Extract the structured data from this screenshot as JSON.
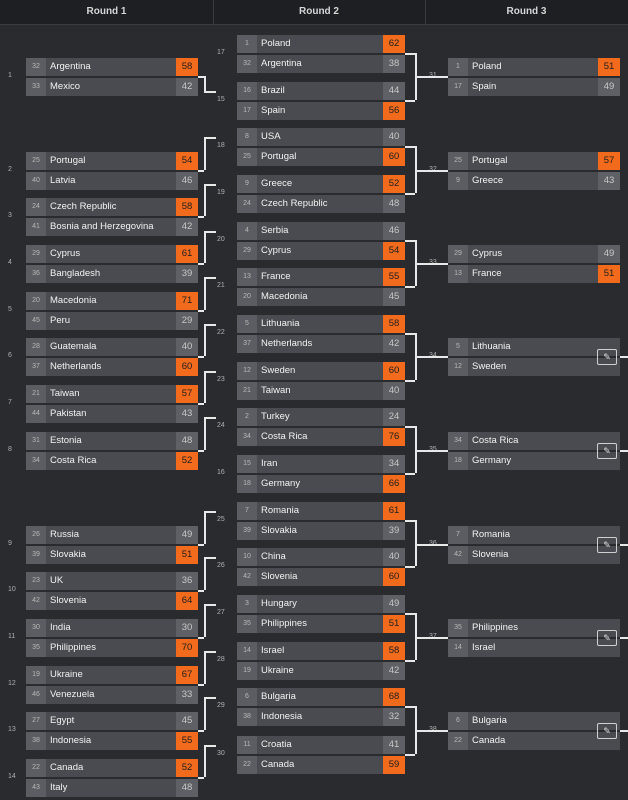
{
  "rounds": [
    "Round 1",
    "Round 2",
    "Round 3"
  ],
  "round1": [
    {
      "num": "1",
      "a": {
        "seed": "32",
        "name": "Argentina",
        "score": "58",
        "win": true
      },
      "b": {
        "seed": "33",
        "name": "Mexico",
        "score": "42",
        "win": false
      }
    },
    {
      "num": "2",
      "a": {
        "seed": "25",
        "name": "Portugal",
        "score": "54",
        "win": true
      },
      "b": {
        "seed": "40",
        "name": "Latvia",
        "score": "46",
        "win": false
      }
    },
    {
      "num": "3",
      "a": {
        "seed": "24",
        "name": "Czech Republic",
        "score": "58",
        "win": true
      },
      "b": {
        "seed": "41",
        "name": "Bosnia and Herzegovina",
        "score": "42",
        "win": false
      }
    },
    {
      "num": "4",
      "a": {
        "seed": "29",
        "name": "Cyprus",
        "score": "61",
        "win": true
      },
      "b": {
        "seed": "36",
        "name": "Bangladesh",
        "score": "39",
        "win": false
      }
    },
    {
      "num": "5",
      "a": {
        "seed": "20",
        "name": "Macedonia",
        "score": "71",
        "win": true
      },
      "b": {
        "seed": "45",
        "name": "Peru",
        "score": "29",
        "win": false
      }
    },
    {
      "num": "6",
      "a": {
        "seed": "28",
        "name": "Guatemala",
        "score": "40",
        "win": false
      },
      "b": {
        "seed": "37",
        "name": "Netherlands",
        "score": "60",
        "win": true
      }
    },
    {
      "num": "7",
      "a": {
        "seed": "21",
        "name": "Taiwan",
        "score": "57",
        "win": true
      },
      "b": {
        "seed": "44",
        "name": "Pakistan",
        "score": "43",
        "win": false
      }
    },
    {
      "num": "8",
      "a": {
        "seed": "31",
        "name": "Estonia",
        "score": "48",
        "win": false
      },
      "b": {
        "seed": "34",
        "name": "Costa Rica",
        "score": "52",
        "win": true
      }
    },
    {
      "num": "9",
      "a": {
        "seed": "26",
        "name": "Russia",
        "score": "49",
        "win": false
      },
      "b": {
        "seed": "39",
        "name": "Slovakia",
        "score": "51",
        "win": true
      }
    },
    {
      "num": "10",
      "a": {
        "seed": "23",
        "name": "UK",
        "score": "36",
        "win": false
      },
      "b": {
        "seed": "42",
        "name": "Slovenia",
        "score": "64",
        "win": true
      }
    },
    {
      "num": "11",
      "a": {
        "seed": "30",
        "name": "India",
        "score": "30",
        "win": false
      },
      "b": {
        "seed": "35",
        "name": "Philippines",
        "score": "70",
        "win": true
      }
    },
    {
      "num": "12",
      "a": {
        "seed": "19",
        "name": "Ukraine",
        "score": "67",
        "win": true
      },
      "b": {
        "seed": "46",
        "name": "Venezuela",
        "score": "33",
        "win": false
      }
    },
    {
      "num": "13",
      "a": {
        "seed": "27",
        "name": "Egypt",
        "score": "45",
        "win": false
      },
      "b": {
        "seed": "38",
        "name": "Indonesia",
        "score": "55",
        "win": true
      }
    },
    {
      "num": "14",
      "a": {
        "seed": "22",
        "name": "Canada",
        "score": "52",
        "win": true
      },
      "b": {
        "seed": "43",
        "name": "Italy",
        "score": "48",
        "win": false
      }
    }
  ],
  "round2": [
    {
      "num": "17",
      "a": {
        "seed": "1",
        "name": "Poland",
        "score": "62",
        "win": true
      },
      "b": {
        "seed": "32",
        "name": "Argentina",
        "score": "38",
        "win": false
      }
    },
    {
      "num": "15",
      "a": {
        "seed": "16",
        "name": "Brazil",
        "score": "44",
        "win": false
      },
      "b": {
        "seed": "17",
        "name": "Spain",
        "score": "56",
        "win": true
      }
    },
    {
      "num": "18",
      "a": {
        "seed": "8",
        "name": "USA",
        "score": "40",
        "win": false
      },
      "b": {
        "seed": "25",
        "name": "Portugal",
        "score": "60",
        "win": true
      }
    },
    {
      "num": "19",
      "a": {
        "seed": "9",
        "name": "Greece",
        "score": "52",
        "win": true
      },
      "b": {
        "seed": "24",
        "name": "Czech Republic",
        "score": "48",
        "win": false
      }
    },
    {
      "num": "20",
      "a": {
        "seed": "4",
        "name": "Serbia",
        "score": "46",
        "win": false
      },
      "b": {
        "seed": "29",
        "name": "Cyprus",
        "score": "54",
        "win": true
      }
    },
    {
      "num": "21",
      "a": {
        "seed": "13",
        "name": "France",
        "score": "55",
        "win": true
      },
      "b": {
        "seed": "20",
        "name": "Macedonia",
        "score": "45",
        "win": false
      }
    },
    {
      "num": "22",
      "a": {
        "seed": "5",
        "name": "Lithuania",
        "score": "58",
        "win": true
      },
      "b": {
        "seed": "37",
        "name": "Netherlands",
        "score": "42",
        "win": false
      }
    },
    {
      "num": "23",
      "a": {
        "seed": "12",
        "name": "Sweden",
        "score": "60",
        "win": true
      },
      "b": {
        "seed": "21",
        "name": "Taiwan",
        "score": "40",
        "win": false
      }
    },
    {
      "num": "24",
      "a": {
        "seed": "2",
        "name": "Turkey",
        "score": "24",
        "win": false
      },
      "b": {
        "seed": "34",
        "name": "Costa Rica",
        "score": "76",
        "win": true
      }
    },
    {
      "num": "16",
      "a": {
        "seed": "15",
        "name": "Iran",
        "score": "34",
        "win": false
      },
      "b": {
        "seed": "18",
        "name": "Germany",
        "score": "66",
        "win": true
      }
    },
    {
      "num": "25",
      "a": {
        "seed": "7",
        "name": "Romania",
        "score": "61",
        "win": true
      },
      "b": {
        "seed": "39",
        "name": "Slovakia",
        "score": "39",
        "win": false
      }
    },
    {
      "num": "26",
      "a": {
        "seed": "10",
        "name": "China",
        "score": "40",
        "win": false
      },
      "b": {
        "seed": "42",
        "name": "Slovenia",
        "score": "60",
        "win": true
      }
    },
    {
      "num": "27",
      "a": {
        "seed": "3",
        "name": "Hungary",
        "score": "49",
        "win": false
      },
      "b": {
        "seed": "35",
        "name": "Philippines",
        "score": "51",
        "win": true
      }
    },
    {
      "num": "28",
      "a": {
        "seed": "14",
        "name": "Israel",
        "score": "58",
        "win": true
      },
      "b": {
        "seed": "19",
        "name": "Ukraine",
        "score": "42",
        "win": false
      }
    },
    {
      "num": "29",
      "a": {
        "seed": "6",
        "name": "Bulgaria",
        "score": "68",
        "win": true
      },
      "b": {
        "seed": "38",
        "name": "Indonesia",
        "score": "32",
        "win": false
      }
    },
    {
      "num": "30",
      "a": {
        "seed": "11",
        "name": "Croatia",
        "score": "41",
        "win": false
      },
      "b": {
        "seed": "22",
        "name": "Canada",
        "score": "59",
        "win": true
      }
    }
  ],
  "round3": [
    {
      "num": "31",
      "a": {
        "seed": "1",
        "name": "Poland",
        "score": "51",
        "win": true
      },
      "b": {
        "seed": "17",
        "name": "Spain",
        "score": "49",
        "win": false
      },
      "editable": false
    },
    {
      "num": "32",
      "a": {
        "seed": "25",
        "name": "Portugal",
        "score": "57",
        "win": true
      },
      "b": {
        "seed": "9",
        "name": "Greece",
        "score": "43",
        "win": false
      },
      "editable": false
    },
    {
      "num": "33",
      "a": {
        "seed": "29",
        "name": "Cyprus",
        "score": "49",
        "win": false
      },
      "b": {
        "seed": "13",
        "name": "France",
        "score": "51",
        "win": true
      },
      "editable": false
    },
    {
      "num": "34",
      "a": {
        "seed": "5",
        "name": "Lithuania",
        "score": "",
        "win": false
      },
      "b": {
        "seed": "12",
        "name": "Sweden",
        "score": "",
        "win": false
      },
      "editable": true
    },
    {
      "num": "35",
      "a": {
        "seed": "34",
        "name": "Costa Rica",
        "score": "",
        "win": false
      },
      "b": {
        "seed": "18",
        "name": "Germany",
        "score": "",
        "win": false
      },
      "editable": true
    },
    {
      "num": "36",
      "a": {
        "seed": "7",
        "name": "Romania",
        "score": "",
        "win": false
      },
      "b": {
        "seed": "42",
        "name": "Slovenia",
        "score": "",
        "win": false
      },
      "editable": true
    },
    {
      "num": "37",
      "a": {
        "seed": "35",
        "name": "Philippines",
        "score": "",
        "win": false
      },
      "b": {
        "seed": "14",
        "name": "Israel",
        "score": "",
        "win": false
      },
      "editable": true
    },
    {
      "num": "38",
      "a": {
        "seed": "6",
        "name": "Bulgaria",
        "score": "",
        "win": false
      },
      "b": {
        "seed": "22",
        "name": "Canada",
        "score": "",
        "win": false
      },
      "editable": true
    }
  ],
  "colors": {
    "win": "#f26a1b",
    "background": "#2a2b2f",
    "team": "#4a4b50"
  },
  "edit_icon": "pencil-edit-icon"
}
